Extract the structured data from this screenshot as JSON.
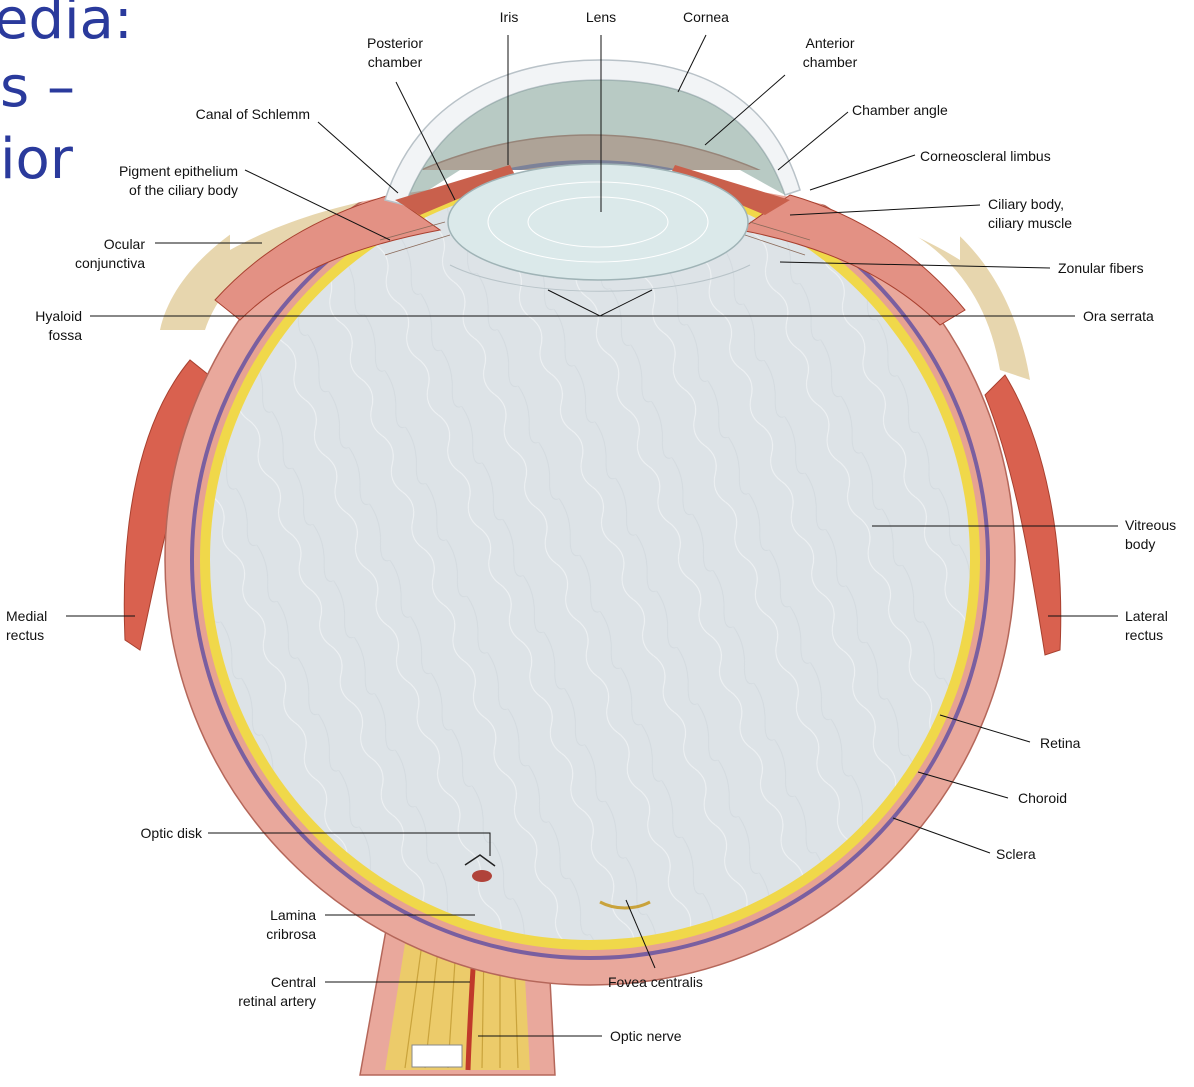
{
  "slide": {
    "title_fragments": [
      "edia:",
      "s –",
      "ior"
    ]
  },
  "labels": {
    "iris": "Iris",
    "lens": "Lens",
    "cornea": "Cornea",
    "posterior_chamber": "Posterior\nchamber",
    "anterior_chamber": "Anterior\nchamber",
    "canal_of_schlemm": "Canal of Schlemm",
    "chamber_angle": "Chamber angle",
    "pigment_epithelium": "Pigment epithelium\nof the ciliary body",
    "corneoscleral_limbus": "Corneoscleral limbus",
    "ciliary_body": "Ciliary body,\nciliary muscle",
    "ocular_conjunctiva": "Ocular\nconjunctiva",
    "zonular_fibers": "Zonular fibers",
    "hyaloid_fossa": "Hyaloid\nfossa",
    "ora_serrata": "Ora serrata",
    "vitreous_body": "Vitreous\nbody",
    "medial_rectus": "Medial\nrectus",
    "lateral_rectus": "Lateral\nrectus",
    "retina": "Retina",
    "choroid": "Choroid",
    "sclera": "Sclera",
    "optic_disk": "Optic disk",
    "lamina_cribrosa": "Lamina\ncribrosa",
    "central_retinal_artery": "Central\nretinal artery",
    "fovea_centralis": "Fovea centralis",
    "optic_nerve": "Optic nerve"
  },
  "colors": {
    "title": "#2a3a9c",
    "sclera": "#e9a89c",
    "choroid": "#7a5fa0",
    "retina": "#f0d84a",
    "vitreous": "#dde3e7",
    "lens": "#dbe9ea",
    "muscle": "#d9614f",
    "nerve": "#eccb6a",
    "conjunctiva": "#e7d6ae"
  }
}
